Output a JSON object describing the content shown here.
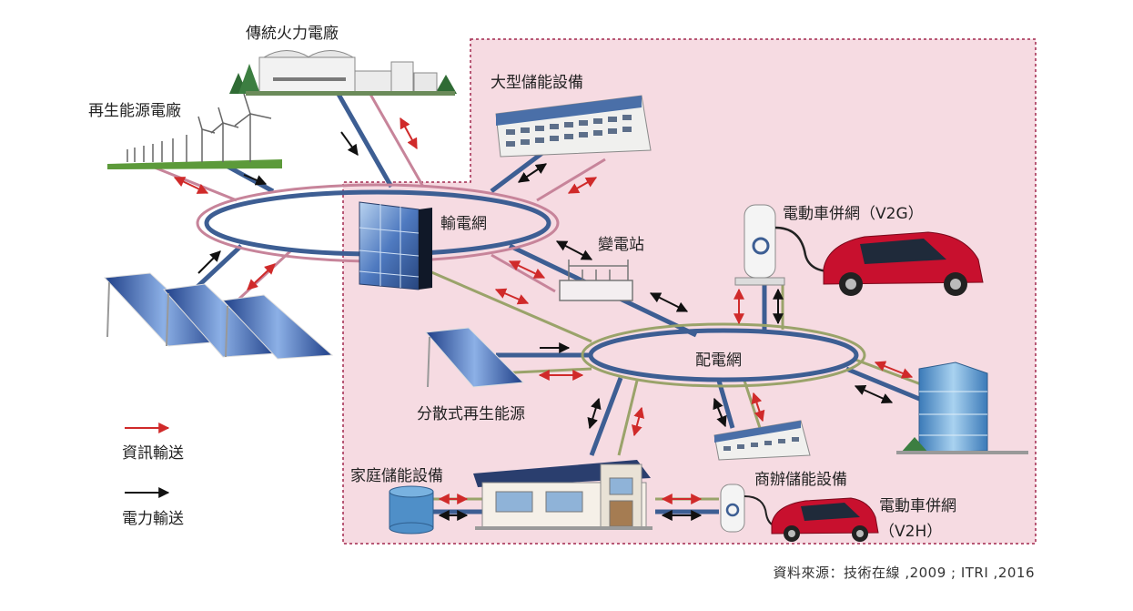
{
  "labels": {
    "thermal_plant": "傳統火力電廠",
    "renewable_plant": "再生能源電廠",
    "large_storage": "大型儲能設備",
    "transmission_grid": "輸電網",
    "substation": "變電站",
    "ev_v2g": "電動車併網（V2G）",
    "distribution_grid": "配電網",
    "distributed_renewable": "分散式再生能源",
    "home_storage": "家庭儲能設備",
    "commercial_storage": "商辦儲能設備",
    "ev_v2h_line1": "電動車併網",
    "ev_v2h_line2": "（V2H）"
  },
  "legend": {
    "info": "資訊輸送",
    "power": "電力輸送"
  },
  "source": "資料來源：技術在線 ,2009 ; ITRI ,2016",
  "colors": {
    "info_arrow": "#d02a2a",
    "power_arrow": "#111111",
    "grid_blue": "#3d5e93",
    "grid_pink": "#c7849a",
    "grid_olive": "#9aa36a",
    "region_fill": "#f6dbe2",
    "region_border": "#a2294e",
    "car_red": "#c8102e"
  }
}
